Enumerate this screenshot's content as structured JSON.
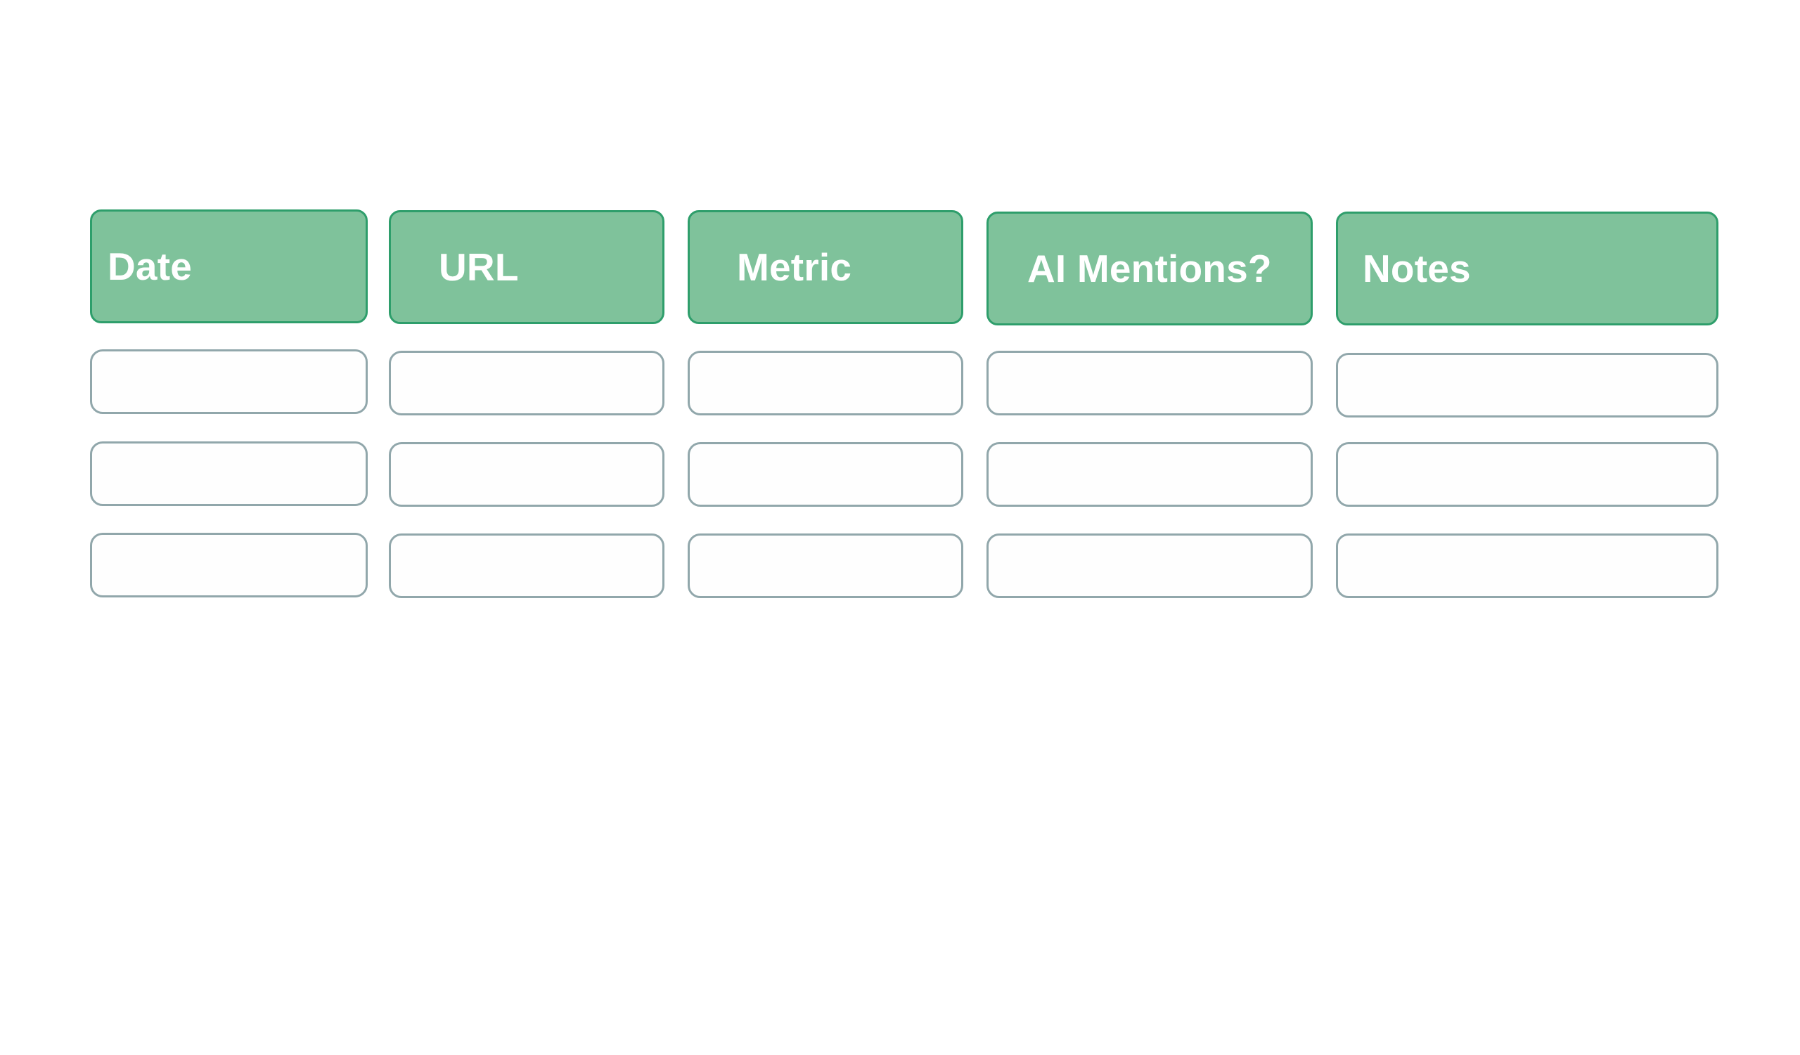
{
  "table": {
    "columns": [
      {
        "label": "Date"
      },
      {
        "label": "URL"
      },
      {
        "label": "Metric"
      },
      {
        "label": "AI Mentions?"
      },
      {
        "label": "Notes"
      }
    ],
    "rows": [
      [
        "",
        "",
        "",
        "",
        ""
      ],
      [
        "",
        "",
        "",
        "",
        ""
      ],
      [
        "",
        "",
        "",
        "",
        ""
      ]
    ]
  },
  "colors": {
    "header_fill": "#7fc29b",
    "header_border": "#2e9e6b",
    "header_text": "#ffffff",
    "cell_border": "#91a7ab",
    "cell_fill": "#fefefe"
  }
}
